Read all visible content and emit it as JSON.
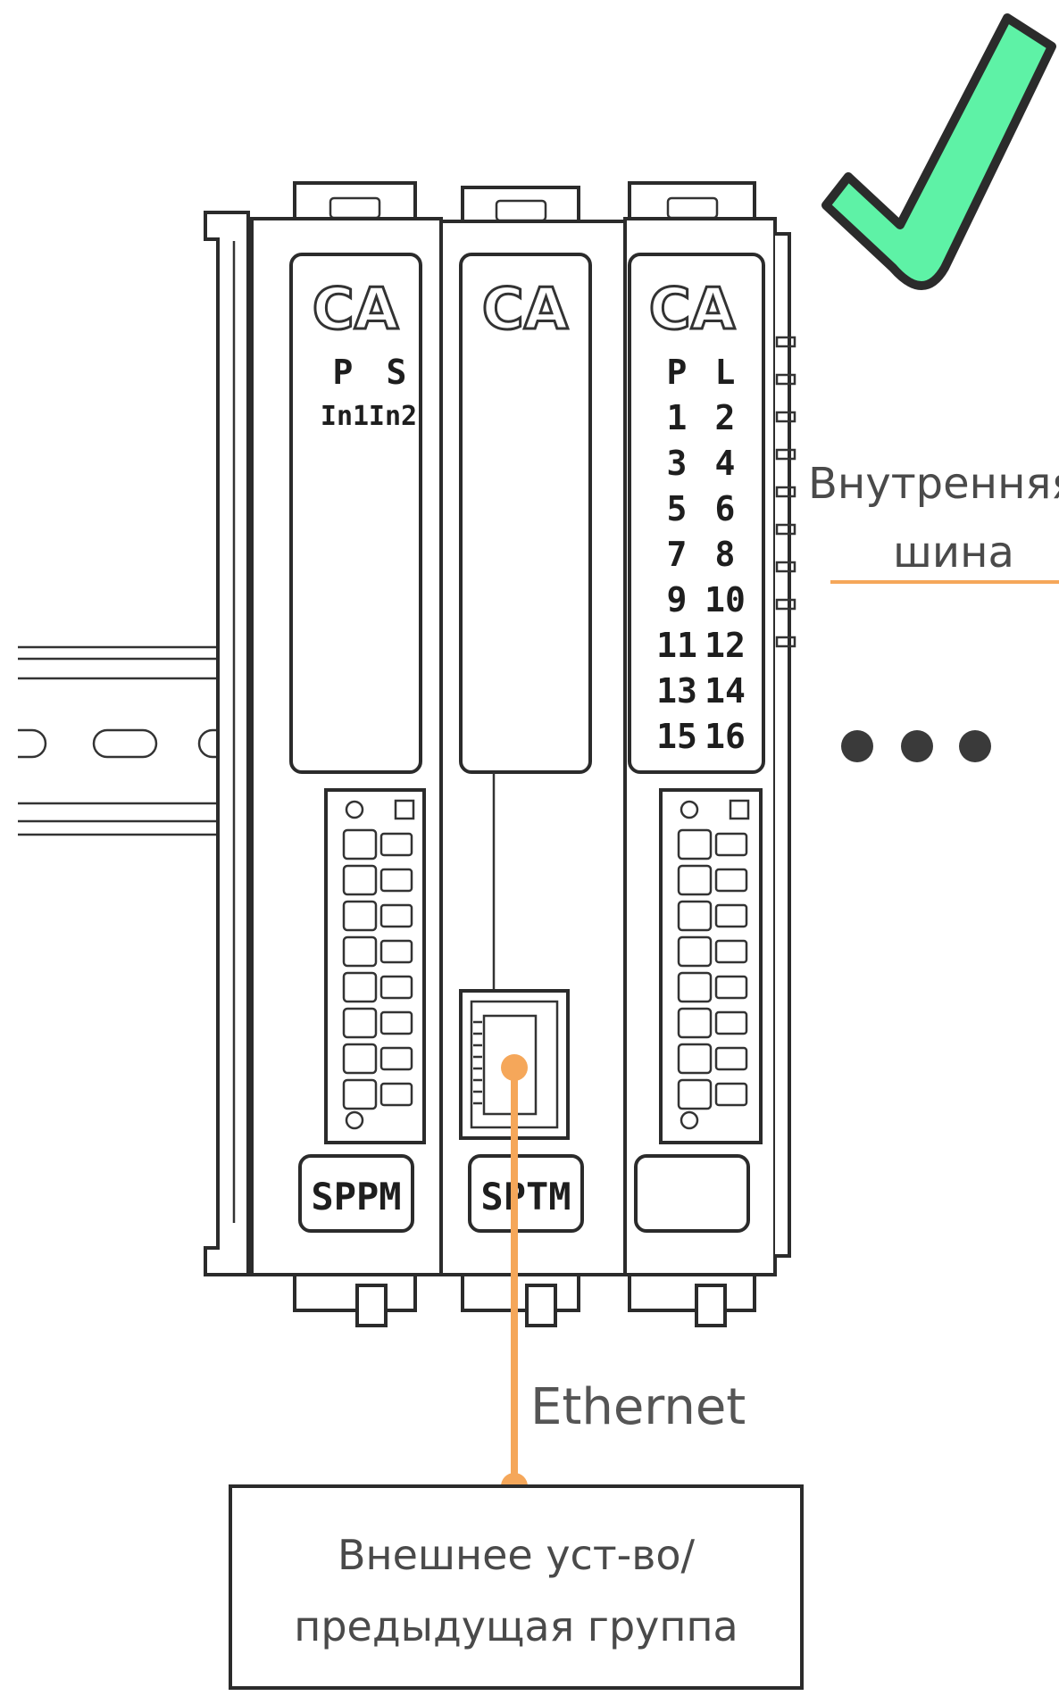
{
  "modules": [
    {
      "id": "sppm",
      "brand": "CA",
      "channel_labels": [
        "P",
        "S",
        "In1",
        "In2"
      ],
      "badge": "SPPM"
    },
    {
      "id": "sptm",
      "brand": "CA",
      "badge": "SPTM"
    },
    {
      "id": "io",
      "brand": "CA",
      "channel_labels": [
        "P",
        "L",
        "1",
        "2",
        "3",
        "4",
        "5",
        "6",
        "7",
        "8",
        "9",
        "10",
        "11",
        "12",
        "13",
        "14",
        "15",
        "16"
      ],
      "badge": ""
    }
  ],
  "labels": {
    "internal_bus_line1": "Внутренняя",
    "internal_bus_line2": "шина",
    "ethernet": "Ethernet",
    "external_device_line1": "Внешнее уст-во/",
    "external_device_line2": "предыдущая группа"
  },
  "colors": {
    "accent": "#F5A75A",
    "check": "#5EF2A6",
    "check_outline": "#2b2b2b",
    "dots": "#3a3a3a"
  },
  "icons": {
    "status": "check-mark-icon",
    "continuation": "ellipsis-icon"
  }
}
